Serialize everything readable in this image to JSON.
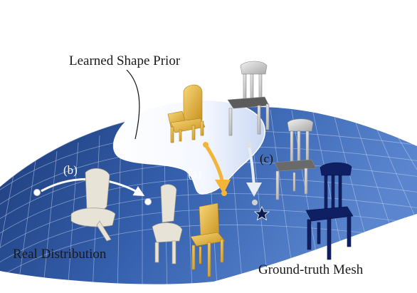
{
  "labels": {
    "learned_prior": "Learned Shape Prior",
    "real_distribution": "Real Distribution",
    "ground_truth": "Ground-truth Mesh",
    "step_a": "(a)",
    "step_b": "(b)",
    "step_c": "(c)"
  },
  "colors": {
    "manifold_dark": "#1d3a78",
    "manifold_light": "#5b86cf",
    "grid": "#c8d6f0",
    "prior_region": "#ffffff",
    "gold": "#e6b53c",
    "gold_arrow": "#f2b53a",
    "silver": "#d9d9d9",
    "navy_chair": "#0f1f63",
    "bone": "#e7e3d6",
    "star": "#0d1b4f"
  },
  "icons": [
    "gold-armchair-icon",
    "silver-chair-icon",
    "navy-chair-icon",
    "bone-shape-icon",
    "star-icon"
  ]
}
